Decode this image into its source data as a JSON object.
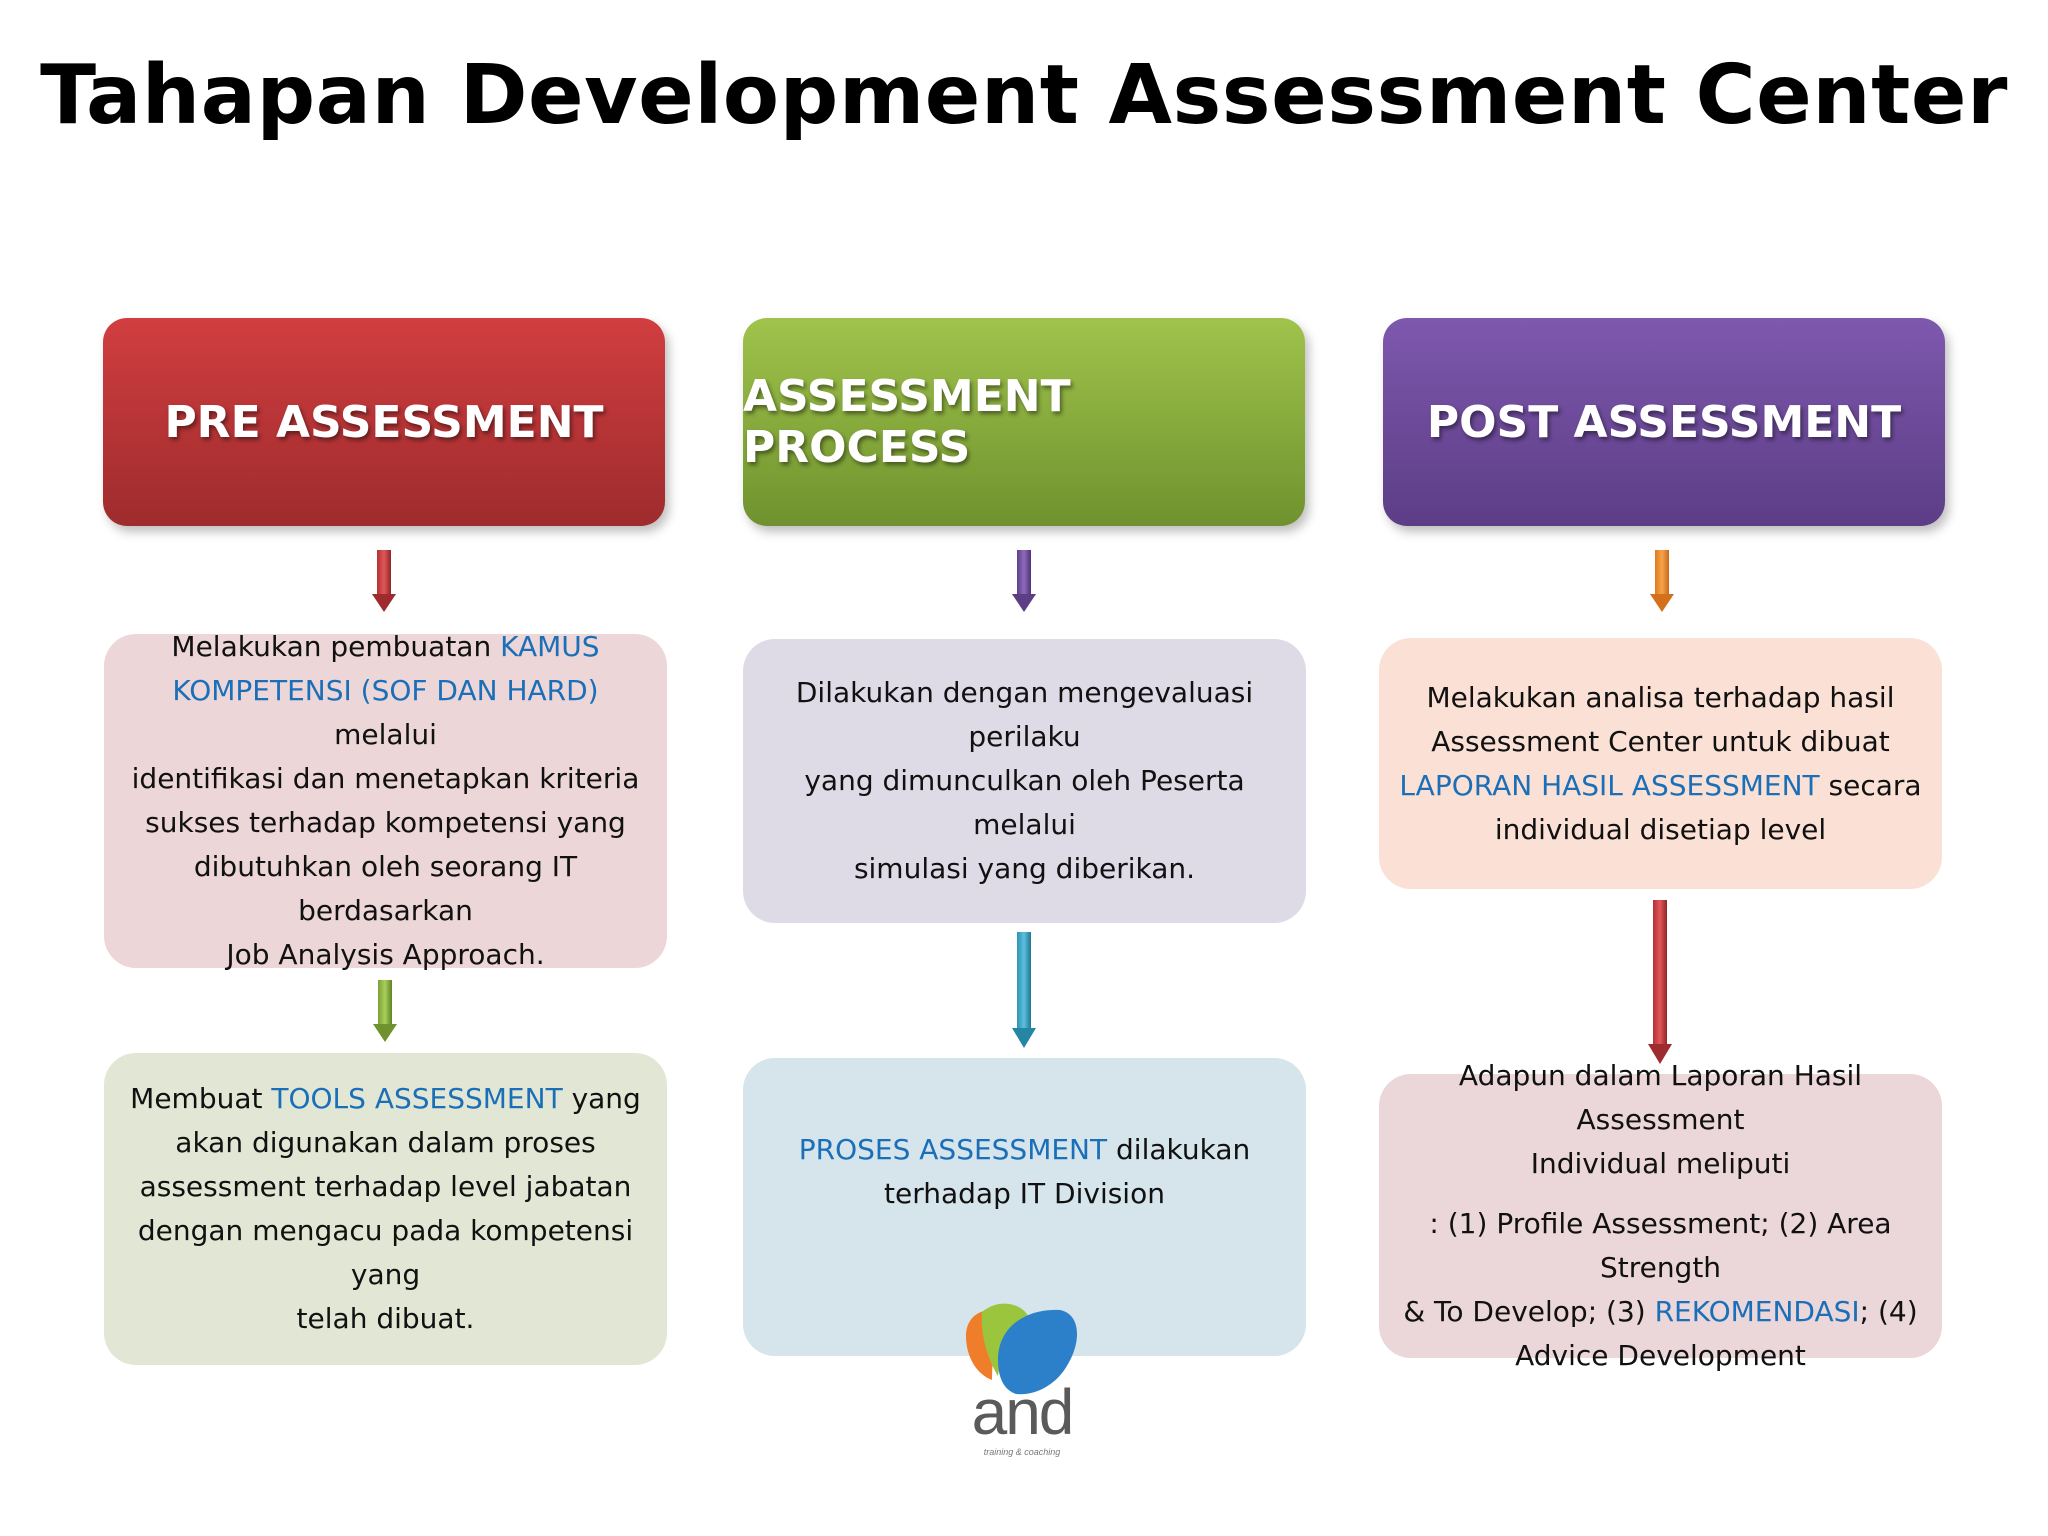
{
  "title": "Tahapan Development Assessment Center",
  "colors": {
    "pre": "#c63739",
    "process": "#8cb33e",
    "post": "#6d4a9c",
    "highlight": "#1a6fb8"
  },
  "columns": [
    {
      "header": "PRE ASSESSMENT",
      "boxes": [
        {
          "lines": [
            [
              {
                "t": "Melakukan pembuatan "
              },
              {
                "t": "KAMUS",
                "hl": true
              }
            ],
            [
              {
                "t": "KOMPETENSI (SOF DAN HARD)",
                "hl": true
              },
              {
                "t": " melalui"
              }
            ],
            [
              {
                "t": "identifikasi dan menetapkan kriteria"
              }
            ],
            [
              {
                "t": "sukses terhadap kompetensi yang"
              }
            ],
            [
              {
                "t": "dibutuhkan oleh seorang IT berdasarkan"
              }
            ],
            [
              {
                "t": "Job Analysis Approach."
              }
            ]
          ]
        },
        {
          "lines": [
            [
              {
                "t": "Membuat "
              },
              {
                "t": "TOOLS ASSESSMENT",
                "hl": true
              },
              {
                "t": "  yang"
              }
            ],
            [
              {
                "t": "akan digunakan dalam proses"
              }
            ],
            [
              {
                "t": "assessment  terhadap level jabatan"
              }
            ],
            [
              {
                "t": "dengan mengacu pada kompetensi yang"
              }
            ],
            [
              {
                "t": "telah dibuat."
              }
            ]
          ]
        }
      ]
    },
    {
      "header": "ASSESSMENT PROCESS",
      "boxes": [
        {
          "lines": [
            [
              {
                "t": "Dilakukan dengan mengevaluasi perilaku"
              }
            ],
            [
              {
                "t": "yang dimunculkan oleh Peserta  melalui"
              }
            ],
            [
              {
                "t": "simulasi yang diberikan."
              }
            ]
          ]
        },
        {
          "lines": [
            [
              {
                "t": "PROSES ASSESSMENT",
                "hl": true
              },
              {
                "t": " dilakukan"
              }
            ],
            [
              {
                "t": "terhadap IT Division"
              }
            ]
          ]
        }
      ]
    },
    {
      "header": "POST ASSESSMENT",
      "boxes": [
        {
          "lines": [
            [
              {
                "t": "Melakukan analisa terhadap hasil"
              }
            ],
            [
              {
                "t": "Assessment Center   untuk dibuat"
              }
            ],
            [
              {
                "t": "LAPORAN HASIL ASSESSMENT",
                "hl": true
              },
              {
                "t": " secara"
              }
            ],
            [
              {
                "t": "individual disetiap level"
              }
            ]
          ]
        },
        {
          "lines": [
            [
              {
                "t": "Adapun dalam Laporan Hasil Assessment"
              }
            ],
            [
              {
                "t": "Individual meliputi"
              }
            ],
            [
              {
                "t": ": (1) Profile Assessment;  (2) Area Strength"
              }
            ],
            [
              {
                "t": "& To Develop; (3) "
              },
              {
                "t": "REKOMENDASI",
                "hl": true
              },
              {
                "t": "; (4)"
              }
            ],
            [
              {
                "t": "Advice Development"
              }
            ]
          ]
        }
      ]
    }
  ],
  "logo": {
    "text": "and",
    "tagline": "training & coaching"
  }
}
